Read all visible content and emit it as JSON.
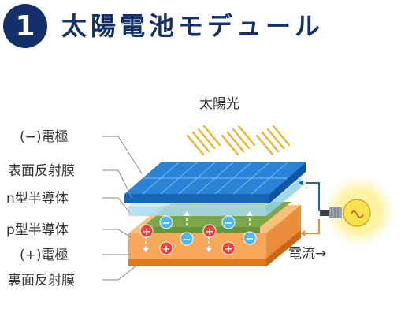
{
  "header": {
    "number": "1",
    "title": "太陽電池モデュール"
  },
  "diagram": {
    "sunlight_label": "太陽光",
    "current_label": "電流→",
    "layers": [
      "(−)電極",
      "表面反射膜",
      "n型半導体",
      "p型半導体",
      "(+)電極",
      "裏面反射膜"
    ],
    "positive_sign": "+",
    "negative_sign": "−"
  }
}
